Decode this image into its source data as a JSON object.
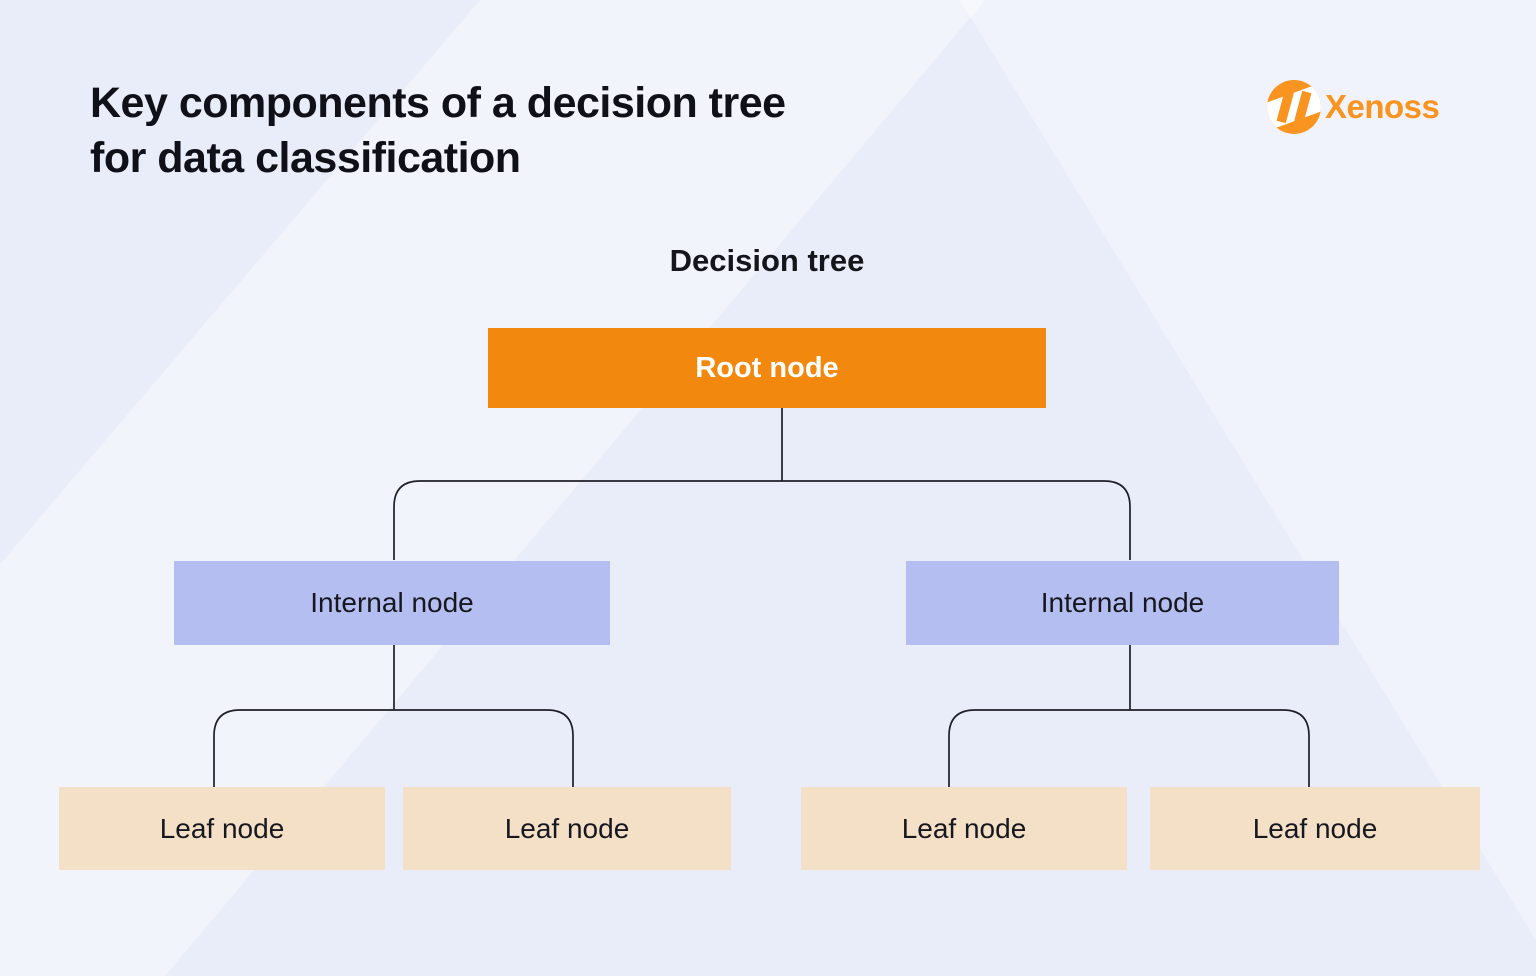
{
  "header": {
    "title_line1": "Key components of a decision tree",
    "title_line2": "for data classification"
  },
  "logo": {
    "brand": "Xenoss"
  },
  "diagram": {
    "heading": "Decision tree",
    "root_node": {
      "label": "Root node"
    },
    "internal_nodes": [
      {
        "label": "Internal node"
      },
      {
        "label": "Internal node"
      }
    ],
    "leaf_nodes": [
      {
        "label": "Leaf node"
      },
      {
        "label": "Leaf node"
      },
      {
        "label": "Leaf node"
      },
      {
        "label": "Leaf node"
      }
    ]
  },
  "colors": {
    "accent-orange": "#F2880E",
    "logo-orange": "#F8941F",
    "node-purple": "#B5BEF0",
    "node-beige": "#F4E0C6",
    "line": "#1F1F29",
    "text-dark": "#101018",
    "bg": "#E9EDF9"
  }
}
